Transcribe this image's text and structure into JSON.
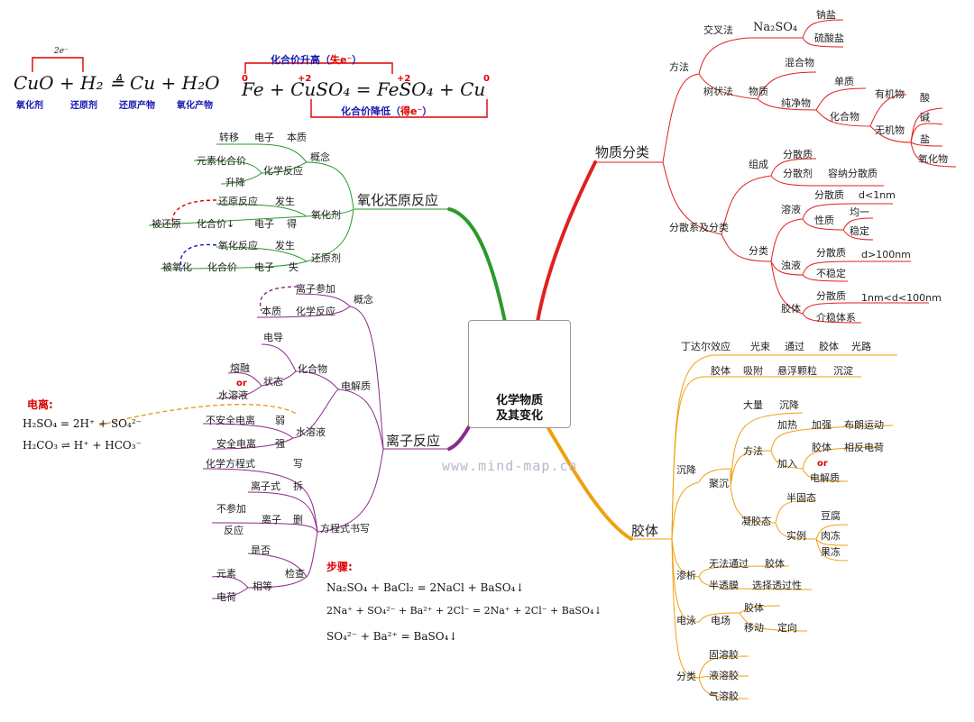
{
  "center": {
    "title1": "化学物质",
    "title2": "及其变化",
    "image": "sports-car-image"
  },
  "watermark": "www.mind-map.cn",
  "formula_top": {
    "electron": "2e⁻",
    "eq1": "CuO + H₂ ≜ Cu + H₂O",
    "roles": [
      "氧化剂",
      "还原剂",
      "还原产物",
      "氧化产物"
    ],
    "eq2": "Fe + CuSO₄ = FeSO₄ + Cu",
    "up_label": "化合价升高（",
    "up_red": "失e⁻",
    "up_end": "）",
    "down_label": "化合价降低（",
    "down_red": "得e⁻",
    "down_end": "）",
    "v0a": "0",
    "v2a": "+2",
    "v2b": "+2",
    "v0b": "0"
  },
  "ionization": {
    "title": "电离:",
    "eq1": "H₂SO₄ = 2H⁺ + SO₄²⁻",
    "eq2": "H₂CO₃ ⇌ H⁺ + HCO₃⁻"
  },
  "steps": {
    "title": "步骤:",
    "eq1": "Na₂SO₄ + BaCl₂ = 2NaCl + BaSO₄↓",
    "eq2": "2Na⁺ + SO₄²⁻ + Ba²⁺ + 2Cl⁻ = 2Na⁺ + 2Cl⁻ + BaSO₄↓",
    "eq3": "SO₄²⁻ + Ba²⁺ = BaSO₄↓"
  },
  "branches": {
    "redox": "氧化还原反应",
    "ionic": "离子反应",
    "classification": "物质分类",
    "colloid": "胶体"
  },
  "colors": {
    "red": "#e02020",
    "green": "#2a9a2a",
    "purple": "#8a2a8a",
    "orange": "#f0a010",
    "blue": "#1a1ab0"
  },
  "nodes": [
    {
      "id": "redox_concept",
      "text": "概念"
    },
    {
      "id": "rc1",
      "text": "转移"
    },
    {
      "id": "rc2",
      "text": "电子"
    },
    {
      "id": "rc3",
      "text": "本质"
    },
    {
      "id": "rc4",
      "text": "元素化合价"
    },
    {
      "id": "rc5",
      "text": "化学反应"
    },
    {
      "id": "rc6",
      "text": "升降"
    },
    {
      "id": "oxidant",
      "text": "氧化剂"
    },
    {
      "id": "ox1",
      "text": "还原反应"
    },
    {
      "id": "ox2",
      "text": "发生"
    },
    {
      "id": "ox3",
      "text": "被还原"
    },
    {
      "id": "ox4",
      "text": "化合价↓"
    },
    {
      "id": "ox5",
      "text": "电子"
    },
    {
      "id": "ox6",
      "text": "得"
    },
    {
      "id": "reductant",
      "text": "还原剂"
    },
    {
      "id": "rd1",
      "text": "氧化反应"
    },
    {
      "id": "rd2",
      "text": "发生"
    },
    {
      "id": "rd3",
      "text": "被氧化"
    },
    {
      "id": "rd4",
      "text": "化合价"
    },
    {
      "id": "rd5",
      "text": "电子"
    },
    {
      "id": "rd6",
      "text": "失"
    },
    {
      "id": "ion_concept",
      "text": "概念"
    },
    {
      "id": "ic1",
      "text": "离子参加"
    },
    {
      "id": "ic2",
      "text": "本质"
    },
    {
      "id": "ic3",
      "text": "化学反应"
    },
    {
      "id": "electrolyte",
      "text": "电解质"
    },
    {
      "id": "el_compound",
      "text": "化合物"
    },
    {
      "id": "el1",
      "text": "电导"
    },
    {
      "id": "el_state",
      "text": "状态"
    },
    {
      "id": "el2",
      "text": "熔融"
    },
    {
      "id": "el_or",
      "text": "or"
    },
    {
      "id": "el3",
      "text": "水溶液"
    },
    {
      "id": "el_aq",
      "text": "水溶液"
    },
    {
      "id": "el4",
      "text": "不安全电离"
    },
    {
      "id": "el5",
      "text": "弱"
    },
    {
      "id": "el6",
      "text": "安全电离"
    },
    {
      "id": "el7",
      "text": "强"
    },
    {
      "id": "equation",
      "text": "方程式书写"
    },
    {
      "id": "eq_a1",
      "text": "化学方程式"
    },
    {
      "id": "eq_a2",
      "text": "写"
    },
    {
      "id": "eq_b1",
      "text": "离子式"
    },
    {
      "id": "eq_b2",
      "text": "拆"
    },
    {
      "id": "eq_c0",
      "text": "不参加"
    },
    {
      "id": "eq_c1",
      "text": "反应"
    },
    {
      "id": "eq_c2",
      "text": "离子"
    },
    {
      "id": "eq_c3",
      "text": "删"
    },
    {
      "id": "eq_check",
      "text": "检查"
    },
    {
      "id": "eq_d1",
      "text": "是否"
    },
    {
      "id": "eq_d2",
      "text": "元素"
    },
    {
      "id": "eq_d3",
      "text": "相等"
    },
    {
      "id": "eq_d4",
      "text": "电荷"
    },
    {
      "id": "method",
      "text": "方法"
    },
    {
      "id": "cross",
      "text": "交叉法"
    },
    {
      "id": "cross_f",
      "text": "Na₂SO₄"
    },
    {
      "id": "sodium",
      "text": "钠盐"
    },
    {
      "id": "sulfate",
      "text": "硫酸盐"
    },
    {
      "id": "tree",
      "text": "树状法"
    },
    {
      "id": "substance",
      "text": "物质"
    },
    {
      "id": "mixture",
      "text": "混合物"
    },
    {
      "id": "pure",
      "text": "纯净物"
    },
    {
      "id": "element",
      "text": "单质"
    },
    {
      "id": "compound",
      "text": "化合物"
    },
    {
      "id": "organic",
      "text": "有机物"
    },
    {
      "id": "inorganic",
      "text": "无机物"
    },
    {
      "id": "acid",
      "text": "酸"
    },
    {
      "id": "base",
      "text": "碱"
    },
    {
      "id": "salt",
      "text": "盐"
    },
    {
      "id": "oxide",
      "text": "氧化物"
    },
    {
      "id": "disp_sys",
      "text": "分散系及分类"
    },
    {
      "id": "compose",
      "text": "组成"
    },
    {
      "id": "dispersed",
      "text": "分散质"
    },
    {
      "id": "dispersant",
      "text": "分散剂"
    },
    {
      "id": "contain",
      "text": "容纳分散质"
    },
    {
      "id": "classify",
      "text": "分类"
    },
    {
      "id": "solution",
      "text": "溶液"
    },
    {
      "id": "sol_d",
      "text": "分散质"
    },
    {
      "id": "sol_size",
      "text": "d<1nm"
    },
    {
      "id": "sol_prop",
      "text": "性质"
    },
    {
      "id": "uniform",
      "text": "均一"
    },
    {
      "id": "stable",
      "text": "稳定"
    },
    {
      "id": "turbid",
      "text": "浊液"
    },
    {
      "id": "tur_d",
      "text": "分散质"
    },
    {
      "id": "tur_size",
      "text": "d>100nm"
    },
    {
      "id": "unstable",
      "text": "不稳定"
    },
    {
      "id": "colloid_n",
      "text": "胶体"
    },
    {
      "id": "col_d",
      "text": "分散质"
    },
    {
      "id": "col_size",
      "text": "1nm<d<100nm"
    },
    {
      "id": "metastable",
      "text": "介稳体系"
    },
    {
      "id": "tyndall",
      "text": "丁达尔效应"
    },
    {
      "id": "t1",
      "text": "光束"
    },
    {
      "id": "t2",
      "text": "通过"
    },
    {
      "id": "t3",
      "text": "胶体"
    },
    {
      "id": "t4",
      "text": "光路"
    },
    {
      "id": "p1",
      "text": "胶体"
    },
    {
      "id": "p2",
      "text": "吸附"
    },
    {
      "id": "p3",
      "text": "悬浮颗粒"
    },
    {
      "id": "p4",
      "text": "沉淀"
    },
    {
      "id": "settle",
      "text": "沉降"
    },
    {
      "id": "coag",
      "text": "聚沉"
    },
    {
      "id": "much",
      "text": "大量"
    },
    {
      "id": "much2",
      "text": "沉降"
    },
    {
      "id": "cmethod",
      "text": "方法"
    },
    {
      "id": "heat",
      "text": "加热"
    },
    {
      "id": "heat2",
      "text": "加强"
    },
    {
      "id": "brown",
      "text": "布朗运动"
    },
    {
      "id": "addin",
      "text": "加入"
    },
    {
      "id": "addc",
      "text": "胶体"
    },
    {
      "id": "opp",
      "text": "相反电荷"
    },
    {
      "id": "add_or",
      "text": "or"
    },
    {
      "id": "electrolyte2",
      "text": "电解质"
    },
    {
      "id": "gel",
      "text": "凝胶态"
    },
    {
      "id": "semi",
      "text": "半固态"
    },
    {
      "id": "example",
      "text": "实例"
    },
    {
      "id": "tofu",
      "text": "豆腐"
    },
    {
      "id": "jelly",
      "text": "肉冻"
    },
    {
      "id": "jam",
      "text": "果冻"
    },
    {
      "id": "dialysis",
      "text": "渗析"
    },
    {
      "id": "d1",
      "text": "无法通过"
    },
    {
      "id": "d2",
      "text": "胶体"
    },
    {
      "id": "d3",
      "text": "半透膜"
    },
    {
      "id": "d4",
      "text": "选择透过性"
    },
    {
      "id": "electro",
      "text": "电泳"
    },
    {
      "id": "e1",
      "text": "电场"
    },
    {
      "id": "e2",
      "text": "胶体"
    },
    {
      "id": "e3",
      "text": "移动"
    },
    {
      "id": "e4",
      "text": "定向"
    },
    {
      "id": "ctype",
      "text": "分类"
    },
    {
      "id": "s1",
      "text": "固溶胶"
    },
    {
      "id": "s2",
      "text": "液溶胶"
    },
    {
      "id": "s3",
      "text": "气溶胶"
    }
  ]
}
